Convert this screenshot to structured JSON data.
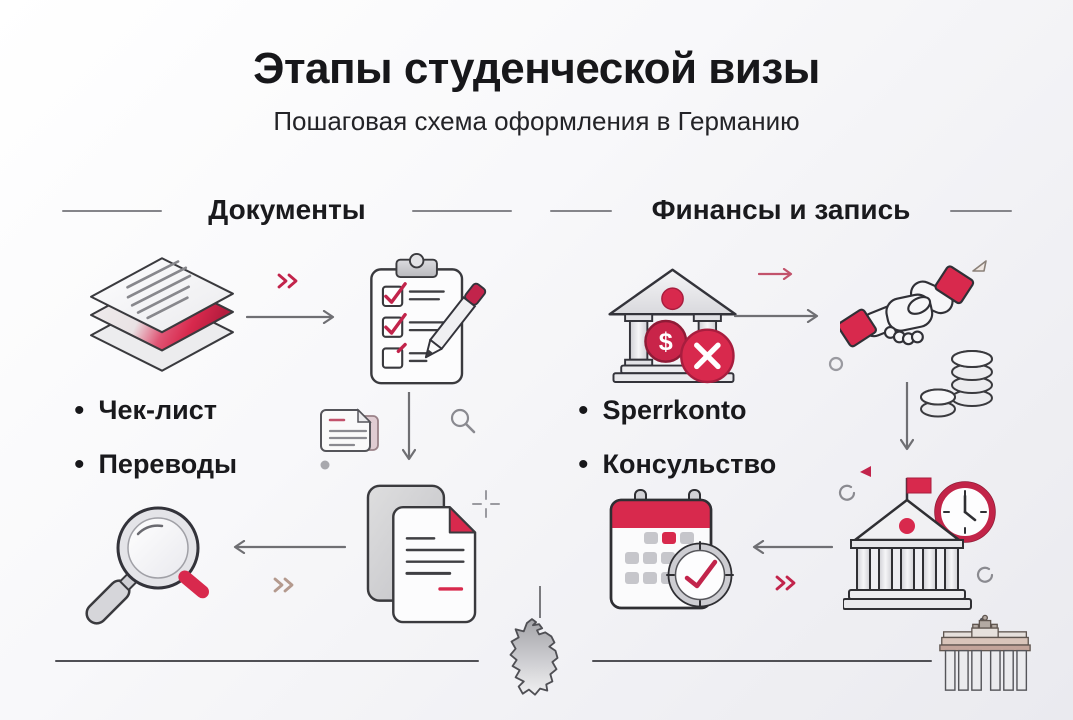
{
  "page": {
    "title": "Этапы студенческой визы",
    "subtitle": "Пошаговая схема оформления в Германию",
    "bullet_marker": "•"
  },
  "colors": {
    "accent": "#d8294d",
    "accent_dark": "#a81d3e",
    "ink": "#17171a",
    "heading_line": "#85858a",
    "arrow": "#6f6f73",
    "tan_chevron": "#b49a8e"
  },
  "sections": {
    "documents": {
      "heading": "Документы",
      "bullets": [
        "Чек-лист",
        "Переводы"
      ],
      "icons": [
        "paper-stack",
        "checklist-clipboard",
        "documents",
        "magnifier"
      ]
    },
    "finance": {
      "heading": "Финансы и запись",
      "bullets": [
        "Sperrkonto",
        "Консульство"
      ],
      "bank_symbol": "$",
      "icons": [
        "bank-blocked",
        "handshake",
        "coins",
        "consulate-building",
        "calendar-appointment"
      ]
    }
  },
  "footer": {
    "icons": [
      "germany-map",
      "brandenburg-gate"
    ]
  }
}
